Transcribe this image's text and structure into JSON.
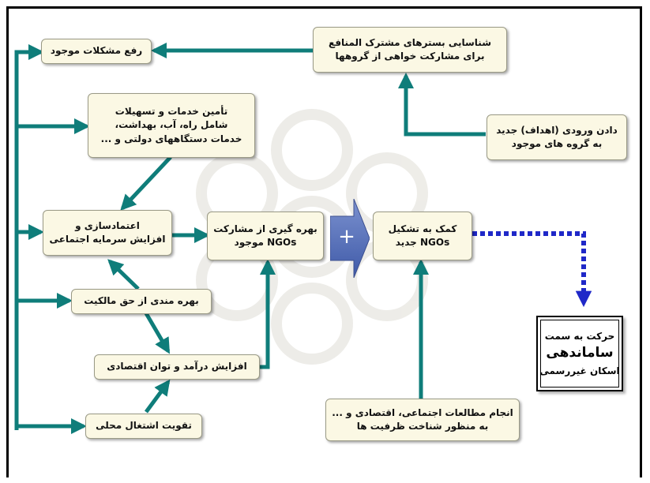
{
  "boxes": {
    "remove_problems": "رفع مشکلات موجود",
    "identify_common": [
      "شناسایی بسترهای مشترک المنافع",
      "برای مشارکت خواهی از گروهها"
    ],
    "services": [
      "تأمین خدمات و تسهیلات",
      "شامل راه، آب، بهداشت،",
      "خدمات دستگاههای دولتی و ..."
    ],
    "new_input": [
      "دادن ورودی (اهداف) جدید",
      "به گروه های موجود"
    ],
    "trust_building": [
      "اعتمادسازی و",
      "افزایش سرمایه اجتماعی"
    ],
    "use_ngos": [
      "بهره گیری از مشارکت",
      "NGOs موجود"
    ],
    "help_new_ngos": [
      "کمک به تشکیل",
      "NGOs جدید"
    ],
    "ownership": "بهره  مندی از حق مالکیت",
    "income": "افزایش درآمد و توان اقتصادی",
    "employment": "تقویت اشتغال محلی",
    "studies": [
      "انجام مطالعات اجتماعی، اقتصادی و ...",
      "به منظور شناخت ظرفیت ها"
    ]
  },
  "plus_symbol": "+",
  "final": {
    "line1": "حرکت به سمت",
    "line2": "ساماندهی",
    "line3": "اسکان غیررسمی"
  },
  "colors": {
    "arrow": "#0f7d7a",
    "dotted_arrow": "#1f28c8",
    "box_fill": "#fbf8e4",
    "plus_arrow": "#5b73b8"
  }
}
